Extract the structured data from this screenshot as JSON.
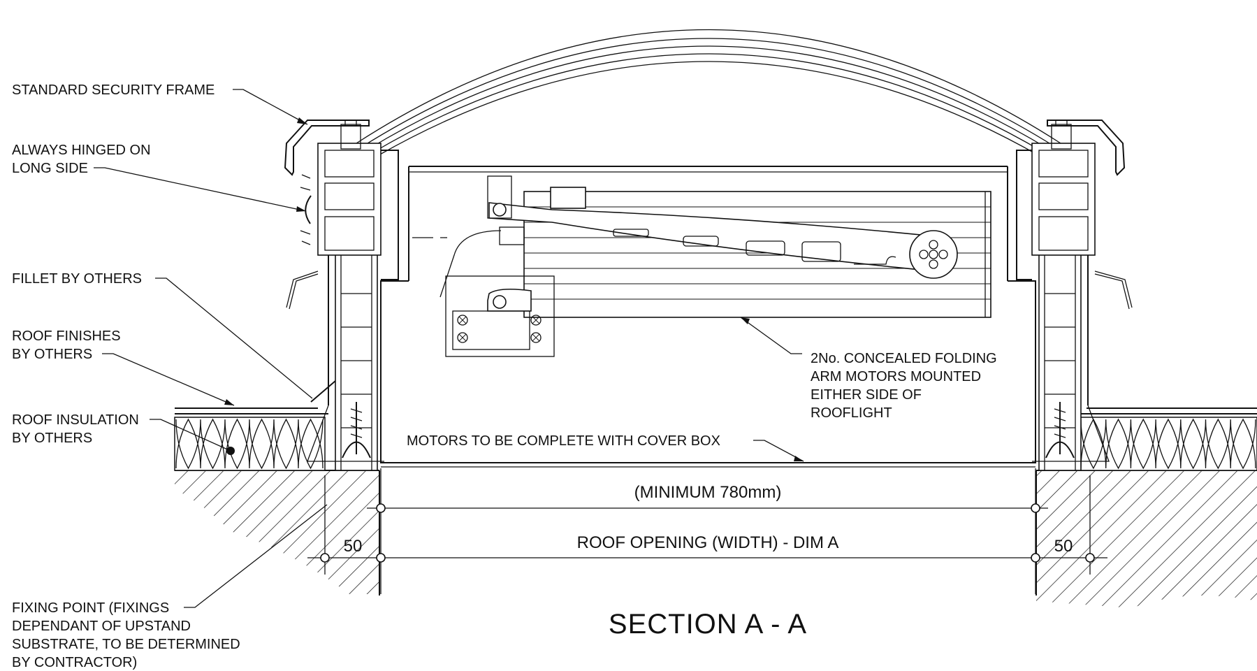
{
  "labels": {
    "security_frame": "STANDARD SECURITY FRAME",
    "hinged_line1": "ALWAYS HINGED ON",
    "hinged_line2": "LONG SIDE",
    "fillet": "FILLET BY OTHERS",
    "roof_finishes_line1": "ROOF FINISHES",
    "roof_finishes_line2": "BY OTHERS",
    "roof_insulation_line1": "ROOF INSULATION",
    "roof_insulation_line2": "BY OTHERS",
    "motors_line1": "2No. CONCEALED FOLDING",
    "motors_line2": "ARM MOTORS MOUNTED",
    "motors_line3": "EITHER SIDE OF",
    "motors_line4": "ROOFLIGHT",
    "cover_box": "MOTORS TO BE COMPLETE WITH COVER BOX",
    "fixing_line1": "FIXING POINT (FIXINGS",
    "fixing_line2": "DEPENDANT OF UPSTAND",
    "fixing_line3": "SUBSTRATE, TO BE DETERMINED",
    "fixing_line4": "BY CONTRACTOR)"
  },
  "dimensions": {
    "minimum_width": "(MINIMUM 780mm)",
    "roof_opening": "ROOF OPENING (WIDTH) - DIM A",
    "left_offset": "50",
    "right_offset": "50"
  },
  "title": "SECTION  A - A"
}
